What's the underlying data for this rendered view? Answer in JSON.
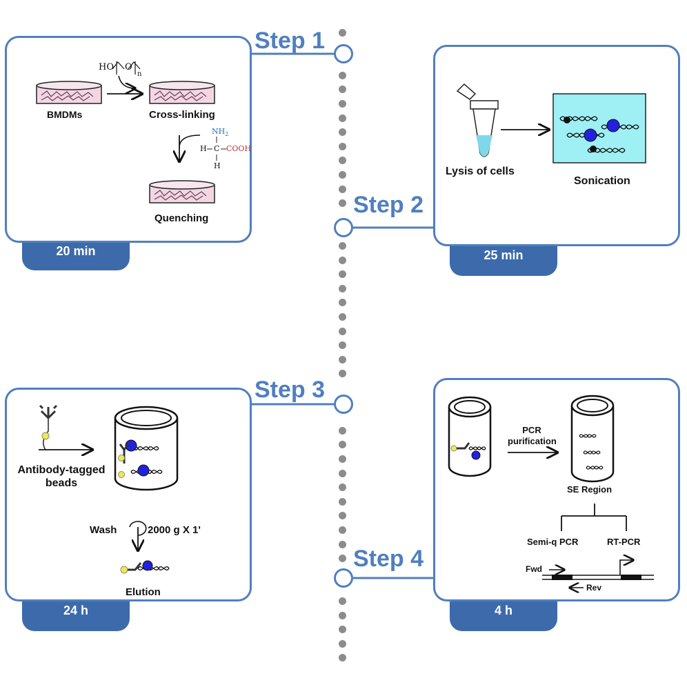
{
  "step1": {
    "label": "Step 1",
    "time": "20 min",
    "bmdms": "BMDMs",
    "crosslinking": "Cross-linking",
    "quenching": "Quenching",
    "formula_ho": "HO",
    "formula_o": "O",
    "formula_n": "n",
    "nh2": "NH",
    "nh2_sub": "2",
    "h_left": "H",
    "c": "C",
    "cooh": "COOH",
    "h_bottom": "H"
  },
  "step2": {
    "label": "Step 2",
    "time": "25 min",
    "lysis": "Lysis of cells",
    "sonication": "Sonication"
  },
  "step3": {
    "label": "Step 3",
    "time": "24 h",
    "beads_line1": "Antibody-tagged",
    "beads_line2": "beads",
    "wash": "Wash",
    "spin": "2000 g X 1'",
    "elution": "Elution"
  },
  "step4": {
    "label": "Step 4",
    "time": "4 h",
    "pcr_line1": "PCR",
    "pcr_line2": "purification",
    "se_region": "SE Region",
    "semiq": "Semi-q PCR",
    "rtpcr": "RT-PCR",
    "fwd": "Fwd",
    "rev": "Rev"
  },
  "colors": {
    "accent": "#4f7fbf",
    "tab": "#3d6aaa",
    "dots": "#8c8c8c",
    "sonication_bg": "#9ef0f5",
    "nucleus": "#2222dd",
    "bead": "#f2e84a",
    "liquid": "#7fd8ea",
    "dish": "#f2d7e3"
  }
}
